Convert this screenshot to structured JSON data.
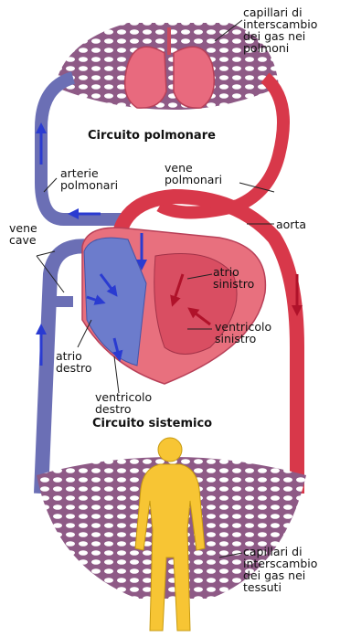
{
  "labels": {
    "capillari_polmoni": "capillari di\ninterscambio\ndei gas nei\npolmoni",
    "circuito_polmonare": "Circuito polmonare",
    "arterie_polmonari": "arterie\npolmonari",
    "vene_polmonari": "vene\npolmonari",
    "aorta": "aorta",
    "vene_cave": "vene\ncave",
    "atrio_sinistro": "atrio\nsinistro",
    "ventricolo_sinistro": "ventricolo\nsinistro",
    "atrio_destro": "atrio\ndestro",
    "ventricolo_destro": "ventricolo\ndestro",
    "circuito_sistemico": "Circuito sistemico",
    "capillari_tessuti": "capillari di\ninterscambio\ndei gas nei\ntessuti"
  },
  "colors": {
    "oxygenated": "#d8384a",
    "deoxygenated": "#6b6fb5",
    "mixed_capillary": "#8e5a86",
    "lungs": "#e86a7e",
    "heart_left": "#e8707e",
    "heart_right": "#6c7ccc",
    "human": "#f7c534",
    "arrow": "#2a3bd1"
  },
  "icons": {
    "lungs": "lungs-icon",
    "heart": "heart-icon",
    "human": "human-figure-icon"
  }
}
